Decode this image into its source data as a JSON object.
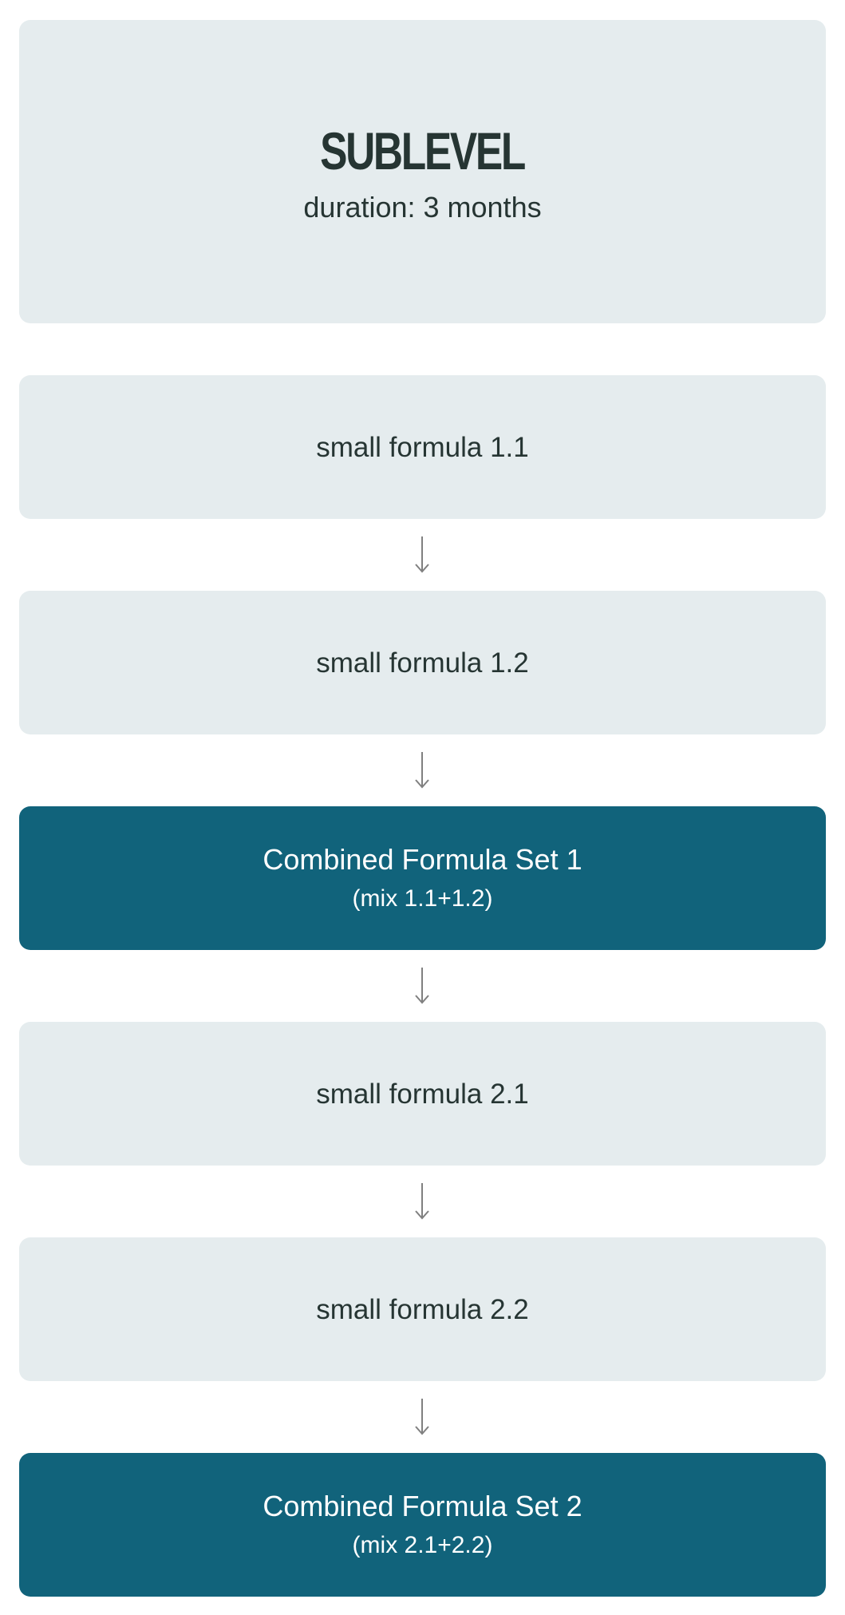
{
  "header": {
    "title": "SUBLEVEL",
    "subtitle": "duration: 3 months"
  },
  "steps": [
    {
      "label": "small formula 1.1"
    },
    {
      "label": "small formula 1.2"
    },
    {
      "label": "Combined Formula Set 1",
      "sublabel": "(mix 1.1+1.2)"
    },
    {
      "label": "small formula 2.1"
    },
    {
      "label": "small formula 2.2"
    },
    {
      "label": "Combined Formula Set 2",
      "sublabel": "(mix 2.1+2.2)"
    }
  ],
  "colors": {
    "light_box": "#e5ecee",
    "dark_box": "#11637b",
    "text_dark": "#263533",
    "arrow": "#808080"
  }
}
